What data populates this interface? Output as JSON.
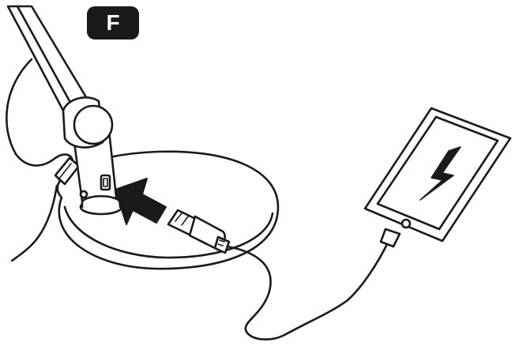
{
  "step": {
    "label": "F"
  },
  "illustration": {
    "parts": [
      "lamp-arm",
      "lamp-joint-knob",
      "lamp-base",
      "usb-port",
      "insert-arrow-icon",
      "usb-cable",
      "smartphone",
      "lightning-charge-icon"
    ],
    "colors": {
      "stroke": "#1a1a1a",
      "fill": "#ffffff",
      "badge": "#1a1a1a"
    }
  }
}
